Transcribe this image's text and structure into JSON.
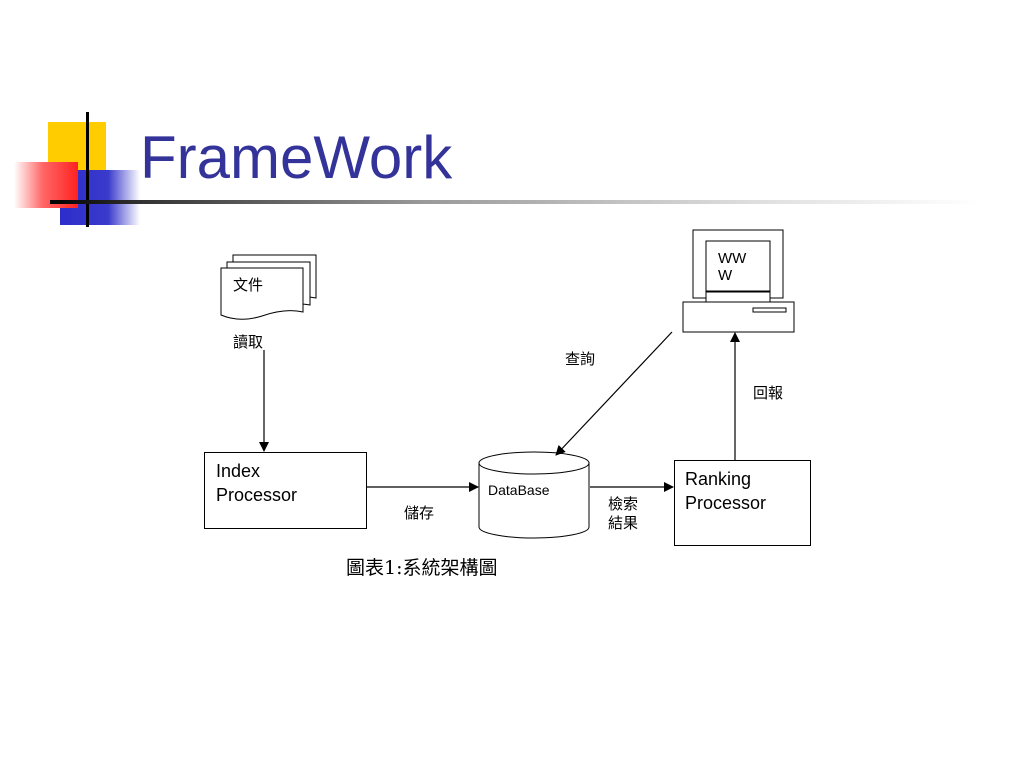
{
  "slide": {
    "title": "FrameWork",
    "accent_colors": {
      "title": "#333399",
      "yellow": "#ffcc00",
      "red": "#ff3333",
      "blue": "#3333cc"
    }
  },
  "diagram": {
    "document_label": "文件",
    "read_label": "讀取",
    "www_label": "WWW",
    "query_label": "查詢",
    "report_label": "回報",
    "index_processor_label": "Index Processor",
    "store_label": "儲存",
    "database_label": "DataBase",
    "search_result_label": "檢索結果",
    "ranking_processor_label": "Ranking Processor",
    "caption": "圖表1:系統架構圖"
  }
}
